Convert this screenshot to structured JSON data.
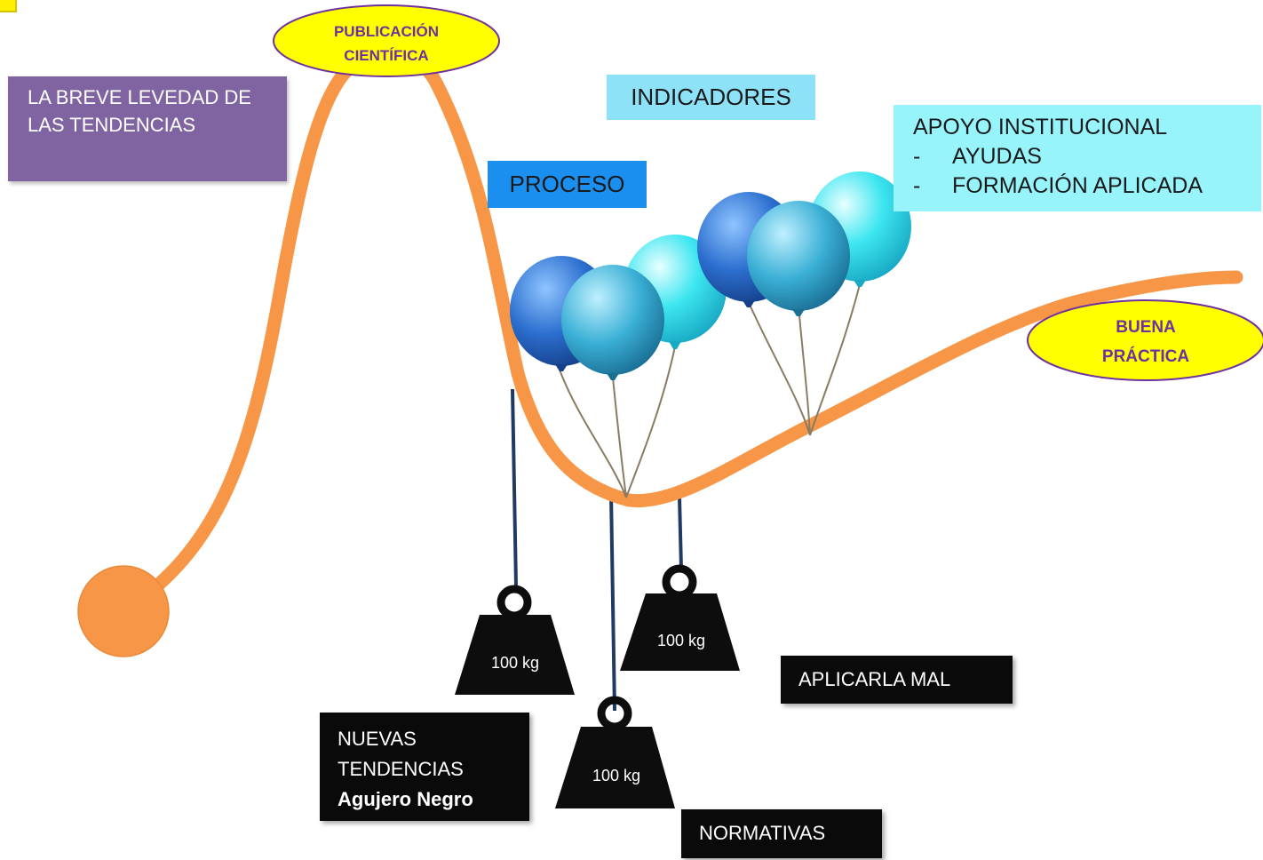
{
  "ellipses": {
    "publicacion": [
      "PUBLICACIÓN",
      "CIENTÍFICA"
    ],
    "buena": [
      "BUENA",
      "PRÁCTICA"
    ]
  },
  "boxes": {
    "tendencias": [
      "LA BREVE LEVEDAD DE",
      "LAS TENDENCIAS"
    ],
    "indicadores": "INDICADORES",
    "proceso": "PROCESO",
    "apoyo_title": "APOYO INSTITUCIONAL",
    "apoyo_items": [
      "AYUDAS",
      "FORMACIÓN APLICADA"
    ],
    "bullet": "-",
    "aplicarla": "APLICARLA MAL",
    "nuevas": [
      "NUEVAS",
      "TENDENCIAS"
    ],
    "agujero": "Agujero Negro",
    "normativas": "NORMATIVAS"
  },
  "weights": [
    "100 kg",
    "100 kg",
    "100 kg"
  ],
  "colors": {
    "curve": "#f79646",
    "ellipse_fill": "#ffff00",
    "ellipse_stroke": "#7030a0",
    "ellipse_text": "#7030a0",
    "weight": "#0d0d0d",
    "rope": "#1f3b63",
    "string": "#8a7b63",
    "balloon_blue": "#2c6fcf",
    "balloon_teal": "#3bb0d6",
    "balloon_cyan": "#3ee6f0"
  }
}
